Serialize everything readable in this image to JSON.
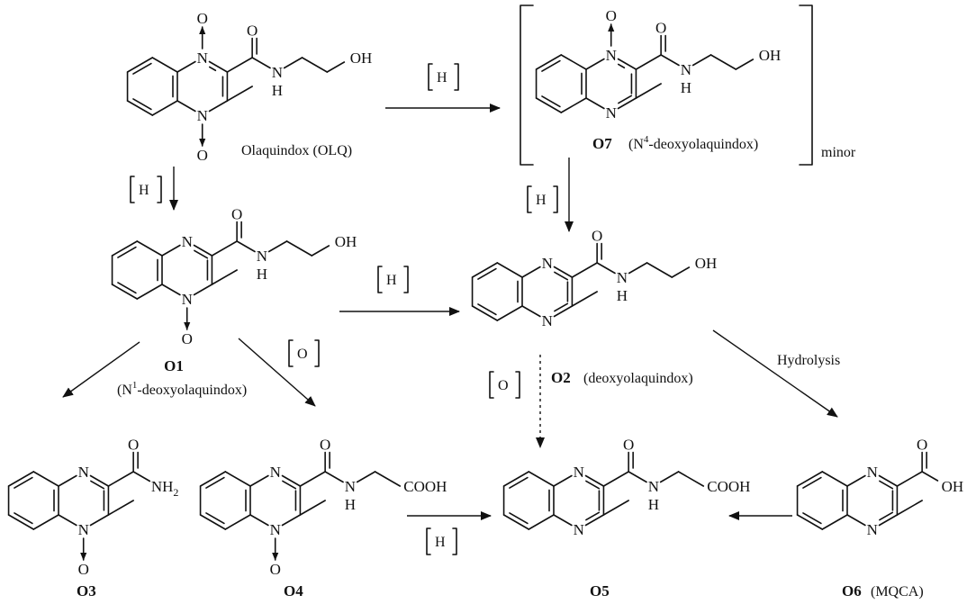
{
  "atoms": {
    "N": "N",
    "O": "O",
    "H": "H",
    "OH": "OH",
    "COOH": "COOH",
    "NH2_main": "NH",
    "NH2_sub": "2"
  },
  "compounds": {
    "olq": {
      "name": "Olaquindox (OLQ)"
    },
    "o7": {
      "id": "O7",
      "n_prefix": "(N",
      "n_sup": "4",
      "desc": "-deoxyolaquindox)",
      "note": "minor"
    },
    "o1": {
      "id": "O1",
      "n_prefix": "(N",
      "n_sup": "1",
      "desc": "-deoxyolaquindox)"
    },
    "o2": {
      "id": "O2",
      "desc": "(deoxyolaquindox)"
    },
    "o3": {
      "id": "O3"
    },
    "o4": {
      "id": "O4"
    },
    "o5": {
      "id": "O5"
    },
    "o6": {
      "id": "O6",
      "desc": "(MQCA)"
    }
  },
  "reactions": {
    "reduction": "H",
    "oxidation": "O",
    "hydrolysis": "Hydrolysis"
  }
}
